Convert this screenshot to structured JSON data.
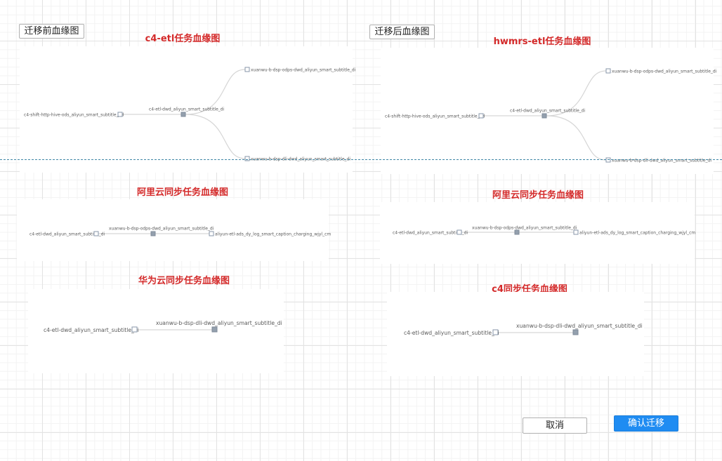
{
  "header": {
    "before_button": "迁移前血缘图",
    "after_button": "迁移后血缘图"
  },
  "charts": {
    "c4": {
      "title": "c4-etl任务血缘图",
      "source": "c4-shift-http-hive-ods_aliyun_smart_subtitle_1d",
      "middle": "c4-etl-dwd_aliyun_smart_subtitle_di",
      "target_top": "xuanwu-b-dsp-odps-dwd_aliyun_smart_subtitle_di",
      "target_bottom": "xuanwu-b-dsp-dli-dwd_aliyun_smart_subtitle_di"
    },
    "hwmrs": {
      "title": "hwmrs-etl任务血缘图",
      "source": "c4-shift-http-hive-ods_aliyun_smart_subtitle_1d",
      "middle": "c4-etl-dwd_aliyun_smart_subtitle_di",
      "target_top": "xuanwu-b-dsp-odps-dwd_aliyun_smart_subtitle_di",
      "target_bottom": "xuanwu-b-dsp-dli-dwd_aliyun_smart_subtitle_di"
    },
    "aliyun_left": {
      "title": "阿里云同步任务血缘图",
      "source": "c4-etl-dwd_aliyun_smart_subtitle_di",
      "middle": "xuanwu-b-dsp-odps-dwd_aliyun_smart_subtitle_di",
      "target": "aliyun-etl-ads_dy_log_smart_caption_charging_wjyl_cm"
    },
    "aliyun_right": {
      "title": "阿里云同步任务血缘图",
      "source": "c4-etl-dwd_aliyun_smart_subtitle_di",
      "middle": "xuanwu-b-dsp-odps-dwd_aliyun_smart_subtitle_di",
      "target": "aliyun-etl-ads_dy_log_smart_caption_charging_wjyl_cm"
    },
    "huawei": {
      "title": "华为云同步任务血缘图",
      "source": "c4-etl-dwd_aliyun_smart_subtitle_di",
      "target": "xuanwu-b-dsp-dli-dwd_aliyun_smart_subtitle_di"
    },
    "c4sync": {
      "title": "c4同步任务血缘图",
      "source": "c4-etl-dwd_aliyun_smart_subtitle_di",
      "target": "xuanwu-b-dsp-dli-dwd_aliyun_smart_subtitle_di"
    }
  },
  "footer": {
    "cancel_label": "取消",
    "confirm_label": "确认迁移"
  },
  "colors": {
    "title": "#d42a2a",
    "primary_button": "#1f8cf2",
    "edge": "#d6d6d6",
    "node": "#94a0ae",
    "divider": "#3f86a6"
  }
}
